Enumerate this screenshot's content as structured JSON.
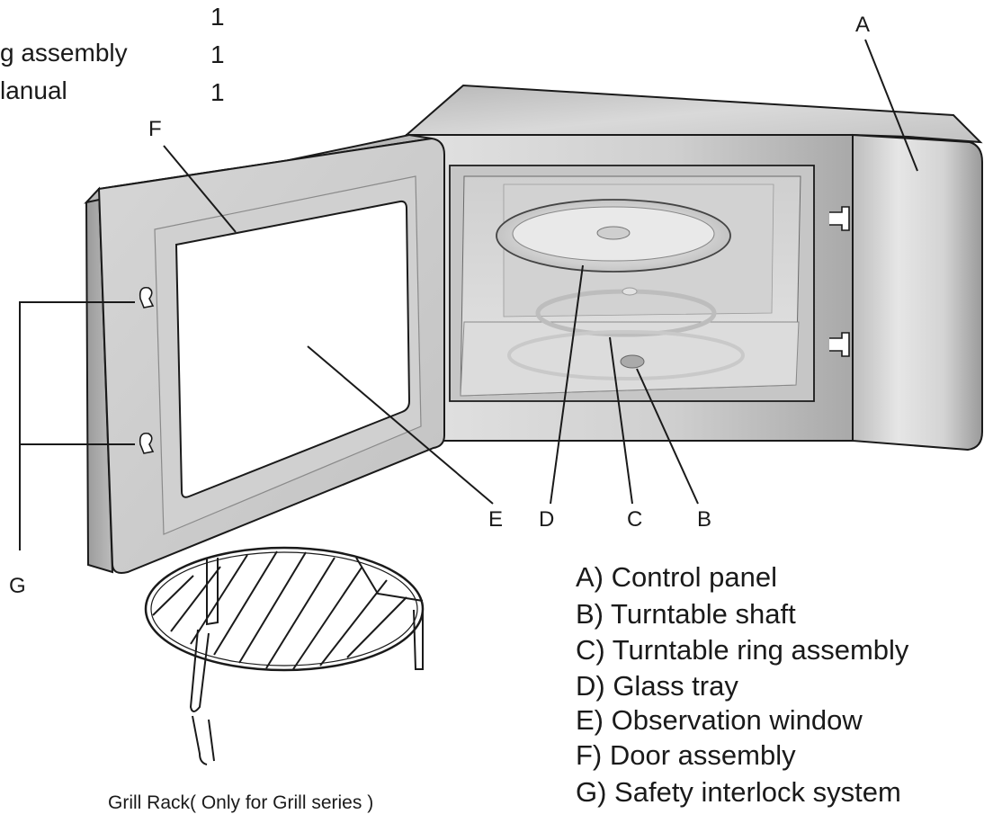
{
  "parts_list_fragment": [
    {
      "label": "",
      "qty": "1"
    },
    {
      "label": "g assembly",
      "qty": "1"
    },
    {
      "label": "lanual",
      "qty": "1"
    }
  ],
  "callouts": {
    "a": "A",
    "b": "B",
    "c": "C",
    "d": "D",
    "e": "E",
    "f": "F",
    "g": "G"
  },
  "legend": [
    "A) Control panel",
    "B) Turntable shaft",
    "C) Turntable ring assembly",
    "D) Glass tray",
    "E) Observation window",
    "F) Door assembly",
    "G) Safety interlock system"
  ],
  "grill_caption": "Grill Rack( Only for Grill series )",
  "colors": {
    "line": "#1a1a1a",
    "body_light": "#e9e9e9",
    "body_mid": "#c9c9c9",
    "body_dark": "#9e9e9e",
    "cavity": "#d8d8d8",
    "glass": "#ffffff"
  }
}
